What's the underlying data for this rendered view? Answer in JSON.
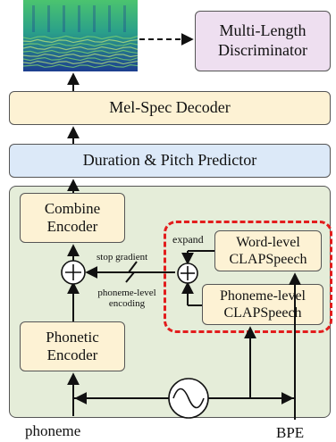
{
  "colors": {
    "block_fill": "#fdf2d4",
    "predictor_fill": "#dce9f8",
    "discriminator_fill": "#eedff0",
    "encoder_panel_fill": "#e5edd9",
    "clap_region_border": "#e21d1d",
    "spectrogram_primary": "#2fb36b",
    "spectrogram_secondary": "#1e3f92"
  },
  "top": {
    "spectrogram": {
      "icon": "mel-spectrogram-image"
    },
    "discriminator_label": "Multi-Length Discriminator"
  },
  "decoder": {
    "label": "Mel-Spec Decoder"
  },
  "predictor": {
    "label": "Duration & Pitch Predictor"
  },
  "encoder_panel": {
    "combine_encoder": "Combine Encoder",
    "phonetic_encoder": "Phonetic Encoder",
    "stop_gradient": "stop gradient",
    "phoneme_level_encoding": "phoneme-level encoding",
    "expand": "expand",
    "word_level_clap": "Word-level CLAPSpeech",
    "phoneme_level_clap": "Phoneme-level CLAPSpeech",
    "combiner_icon": "sine-wave-icon"
  },
  "inputs": {
    "phoneme": "phoneme",
    "bpe": "BPE"
  }
}
